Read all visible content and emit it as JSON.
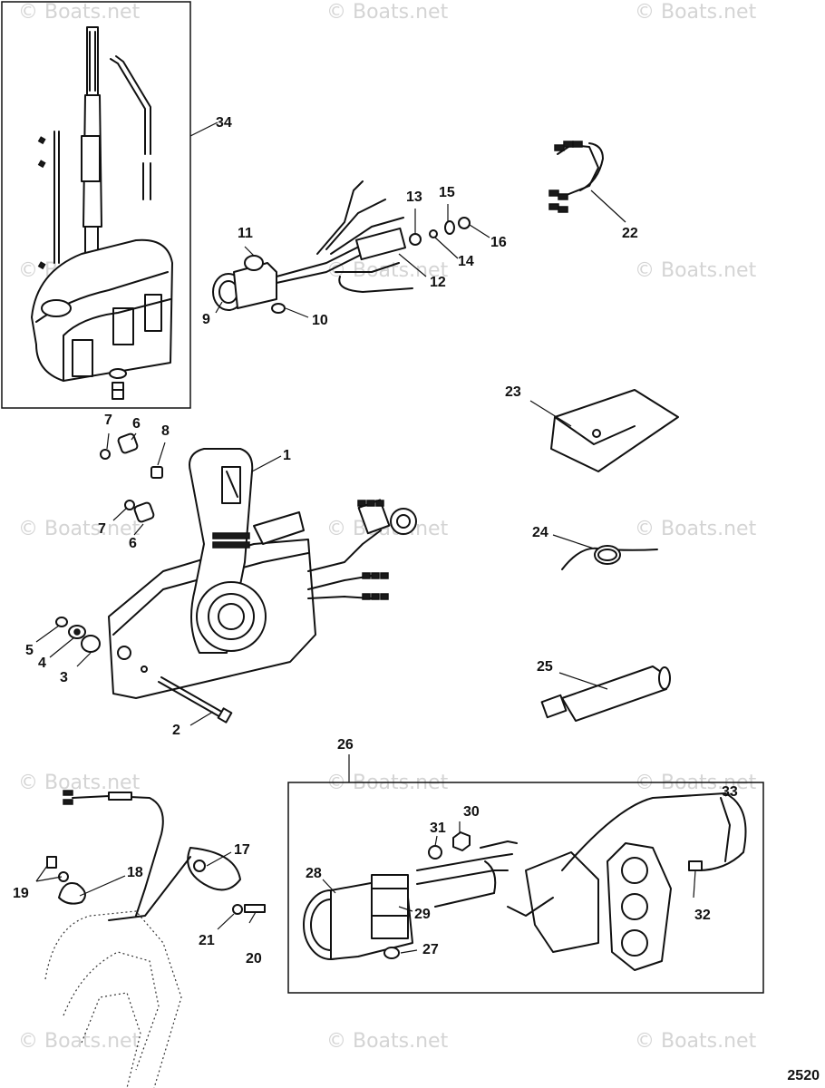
{
  "watermark": "© Boats.net",
  "page_number": "2520",
  "callouts": {
    "c1": "1",
    "c2": "2",
    "c3": "3",
    "c4": "4",
    "c5": "5",
    "c6a": "6",
    "c6b": "6",
    "c7a": "7",
    "c7b": "7",
    "c8": "8",
    "c9": "9",
    "c10": "10",
    "c11": "11",
    "c12": "12",
    "c13": "13",
    "c14": "14",
    "c15": "15",
    "c16": "16",
    "c17": "17",
    "c18": "18",
    "c19": "19",
    "c20": "20",
    "c21": "21",
    "c22": "22",
    "c23": "23",
    "c24": "24",
    "c25": "25",
    "c26": "26",
    "c27": "27",
    "c28": "28",
    "c29": "29",
    "c30": "30",
    "c31": "31",
    "c32": "32",
    "c33": "33",
    "c34": "34"
  }
}
